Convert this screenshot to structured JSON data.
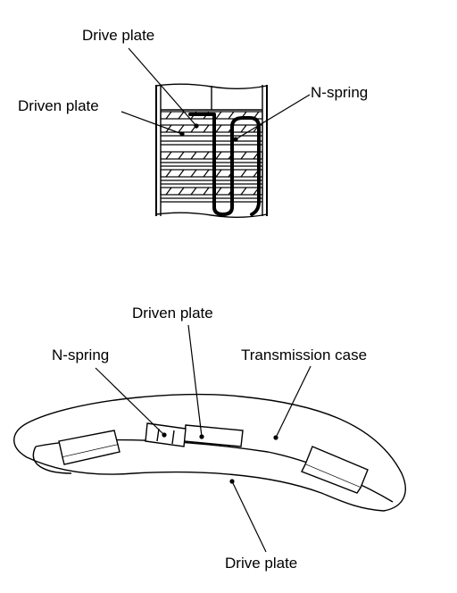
{
  "top_diagram": {
    "labels": {
      "drive_plate": "Drive plate",
      "driven_plate": "Driven plate",
      "n_spring": "N-spring"
    }
  },
  "bottom_diagram": {
    "labels": {
      "driven_plate": "Driven plate",
      "n_spring": "N-spring",
      "transmission_case": "Transmission case",
      "drive_plate": "Drive plate"
    }
  },
  "colors": {
    "line": "#000000",
    "background": "#ffffff"
  }
}
